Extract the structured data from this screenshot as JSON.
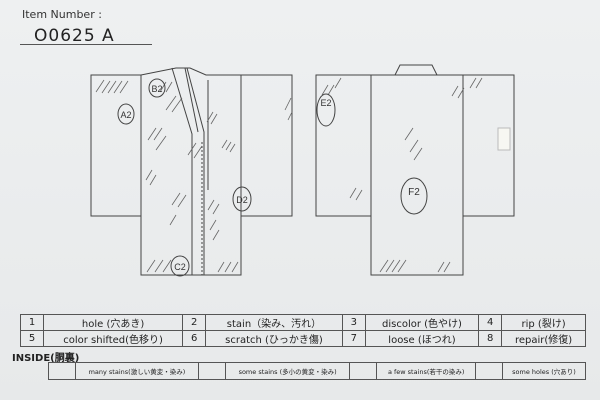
{
  "header": {
    "item_number_label": "Item Number :",
    "item_number_value": "O0625  A"
  },
  "front_marks": {
    "b2": "B2",
    "a2": "A2",
    "d2": "D2",
    "c2": "C2"
  },
  "back_marks": {
    "e2": "E2",
    "f2": "F2"
  },
  "legend": [
    {
      "num": "1",
      "label": "hole (穴あき)"
    },
    {
      "num": "2",
      "label": "stain（染み、汚れ）"
    },
    {
      "num": "3",
      "label": "discolor (色やけ)"
    },
    {
      "num": "4",
      "label": "rip (裂け)"
    },
    {
      "num": "5",
      "label": "color shifted(色移り)"
    },
    {
      "num": "6",
      "label": "scratch (ひっかき傷)"
    },
    {
      "num": "7",
      "label": "loose (ほつれ)"
    },
    {
      "num": "8",
      "label": "repair(修復)"
    }
  ],
  "inside": {
    "title": "INSIDE(胴裏)",
    "options": [
      "many stains(激しい黄変・染み)",
      "some stains (多小の黄変・染み)",
      "a few stains(若干の染み)",
      "some holes (穴あり)"
    ]
  }
}
